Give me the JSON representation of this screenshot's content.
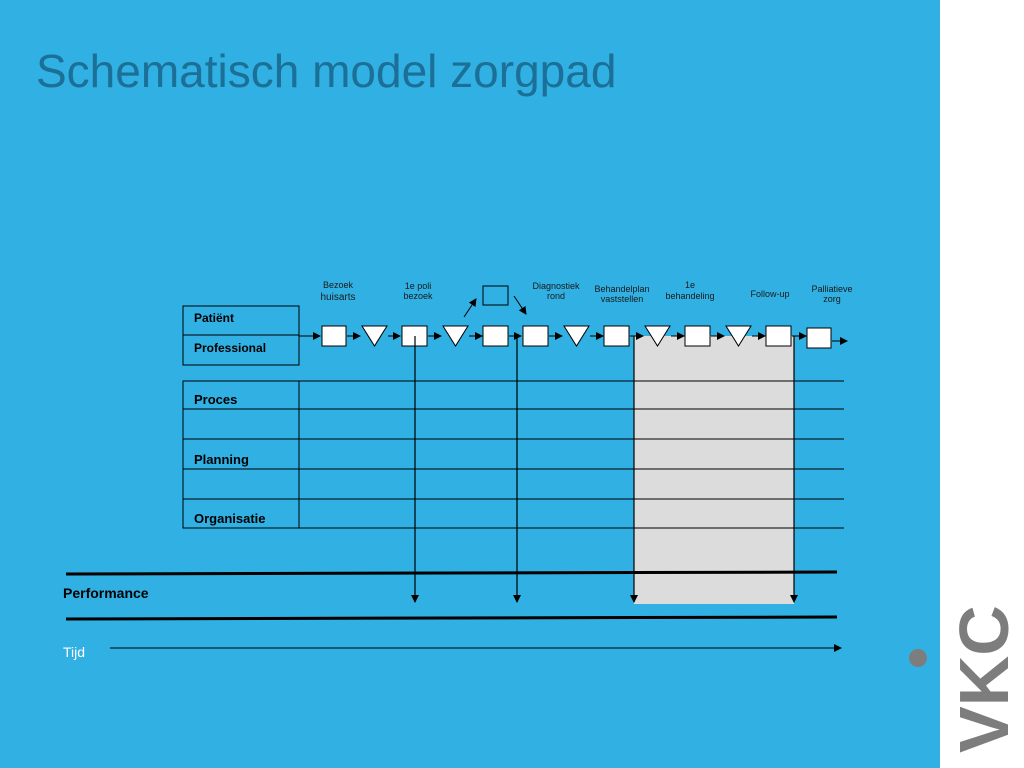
{
  "title": "Schematisch model zorgpad",
  "steps": [
    {
      "line1": "Bezoek",
      "line2": "huisarts"
    },
    {
      "line1": "1e poli",
      "line2": "bezoek"
    },
    {
      "line1": "Diagnostiek",
      "line2": "rond"
    },
    {
      "line1": "Behandelplan",
      "line2": "vaststellen"
    },
    {
      "line1": "1e",
      "line2": "behandeling"
    },
    {
      "line1": "Follow-up",
      "line2": ""
    },
    {
      "line1": "Palliatieve",
      "line2": "zorg"
    }
  ],
  "rows_top": [
    "Patiënt",
    "Professional"
  ],
  "rows_bottom": [
    "Proces",
    "",
    "Planning",
    "",
    "Organisatie"
  ],
  "performance_label": "Performance",
  "time_label": "Tijd",
  "logo_text": "VKC",
  "colors": {
    "background": "#30b0e3",
    "title": "#1c6f96",
    "shade": "#dcdcdc",
    "logo": "#7d7d7d"
  }
}
